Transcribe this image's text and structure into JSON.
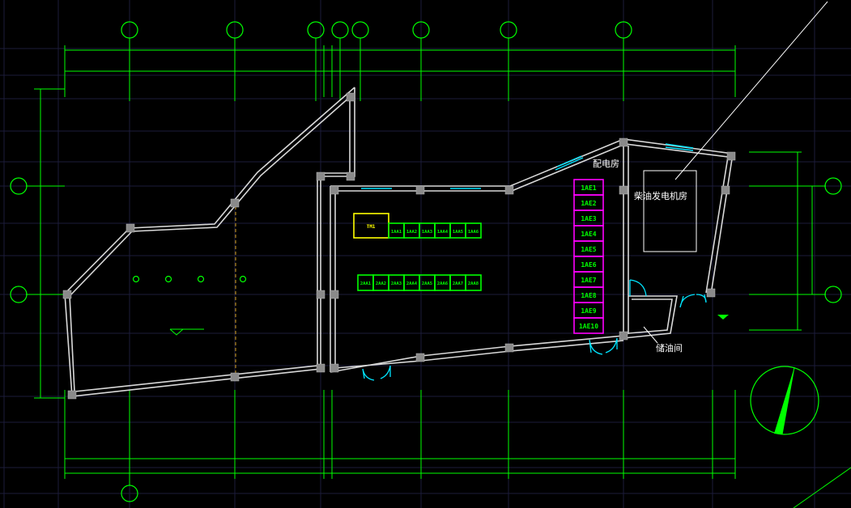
{
  "drawing": {
    "rooms": {
      "distribution_room": "配电房",
      "generator_room": "柴油发电机房",
      "oil_storage_room": "储油间"
    },
    "transformer_label": "TM1",
    "panels_upper": [
      "1AA1",
      "1AA2",
      "1AA3",
      "1AA4",
      "1AA5",
      "1AA6"
    ],
    "panels_lower": [
      "2AA1",
      "2AA2",
      "2AA3",
      "2AA4",
      "2AA5",
      "2AA6",
      "2AA7",
      "2AA8"
    ],
    "panels_vertical": [
      "1AE1",
      "1AE2",
      "1AE3",
      "1AE4",
      "1AE5",
      "1AE6",
      "1AE7",
      "1AE8",
      "1AE9",
      "1AE10"
    ],
    "colors": {
      "background": "#000000",
      "grid": "#1c1c3a",
      "axis": "#00ff00",
      "wall": "#d8d8d8",
      "column": "#8a8a8a",
      "window": "#00e5ff",
      "door": "#00e5ff",
      "panel_green": "#00ff00",
      "panel_magenta": "#ff00ff",
      "transformer": "#ffff00",
      "text": "#ffffff",
      "center_line": "#d4a017"
    }
  }
}
